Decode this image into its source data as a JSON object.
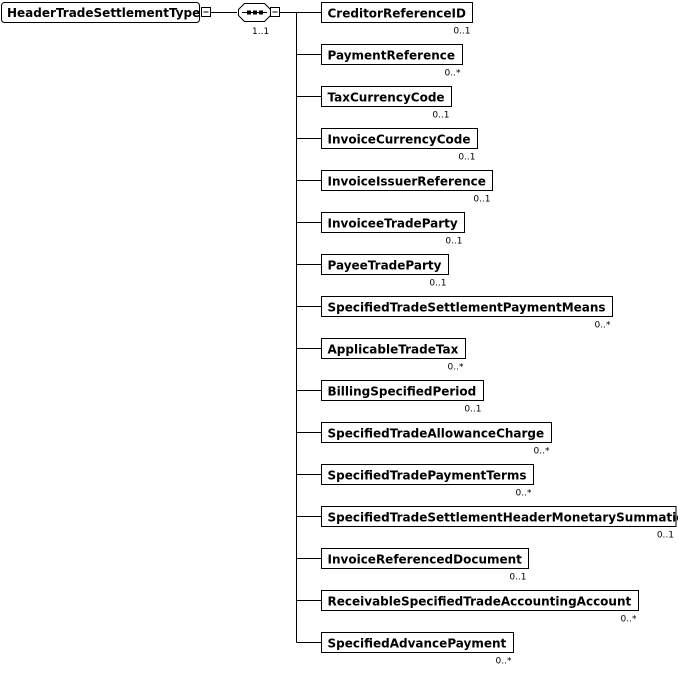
{
  "root": {
    "label": "HeaderTradeSettlementType"
  },
  "sequence": {
    "cardinality": "1..1"
  },
  "children": [
    {
      "label": "CreditorReferenceID",
      "cardinality": "0..1"
    },
    {
      "label": "PaymentReference",
      "cardinality": "0..*"
    },
    {
      "label": "TaxCurrencyCode",
      "cardinality": "0..1"
    },
    {
      "label": "InvoiceCurrencyCode",
      "cardinality": "0..1"
    },
    {
      "label": "InvoiceIssuerReference",
      "cardinality": "0..1"
    },
    {
      "label": "InvoiceeTradeParty",
      "cardinality": "0..1"
    },
    {
      "label": "PayeeTradeParty",
      "cardinality": "0..1"
    },
    {
      "label": "SpecifiedTradeSettlementPaymentMeans",
      "cardinality": "0..*"
    },
    {
      "label": "ApplicableTradeTax",
      "cardinality": "0..*"
    },
    {
      "label": "BillingSpecifiedPeriod",
      "cardinality": "0..1"
    },
    {
      "label": "SpecifiedTradeAllowanceCharge",
      "cardinality": "0..*"
    },
    {
      "label": "SpecifiedTradePaymentTerms",
      "cardinality": "0..*"
    },
    {
      "label": "SpecifiedTradeSettlementHeaderMonetarySummation",
      "cardinality": "0..1"
    },
    {
      "label": "InvoiceReferencedDocument",
      "cardinality": "0..1"
    },
    {
      "label": "ReceivableSpecifiedTradeAccountingAccount",
      "cardinality": "0..*"
    },
    {
      "label": "SpecifiedAdvancePayment",
      "cardinality": "0..*"
    }
  ]
}
